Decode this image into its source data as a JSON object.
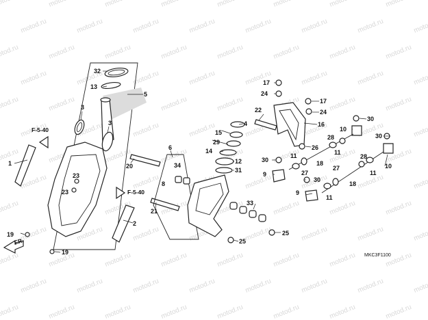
{
  "watermark": {
    "text": "motod.ru"
  },
  "ref_labels": {
    "f540_upper": "F-5-40",
    "f540_lower": "F-5-40",
    "front": "FR."
  },
  "diagram_code": "MKC3F1100",
  "callouts": [
    {
      "id": "c1",
      "text": "1"
    },
    {
      "id": "c2",
      "text": "2"
    },
    {
      "id": "c3a",
      "text": "3"
    },
    {
      "id": "c3b",
      "text": "3"
    },
    {
      "id": "c4",
      "text": "4"
    },
    {
      "id": "c5",
      "text": "5"
    },
    {
      "id": "c6",
      "text": "6"
    },
    {
      "id": "c8",
      "text": "8"
    },
    {
      "id": "c9a",
      "text": "9"
    },
    {
      "id": "c9b",
      "text": "9"
    },
    {
      "id": "c10a",
      "text": "10"
    },
    {
      "id": "c10b",
      "text": "10"
    },
    {
      "id": "c11a",
      "text": "11"
    },
    {
      "id": "c11b",
      "text": "11"
    },
    {
      "id": "c11c",
      "text": "11"
    },
    {
      "id": "c11d",
      "text": "11"
    },
    {
      "id": "c12",
      "text": "12"
    },
    {
      "id": "c13",
      "text": "13"
    },
    {
      "id": "c14",
      "text": "14"
    },
    {
      "id": "c15",
      "text": "15"
    },
    {
      "id": "c16",
      "text": "16"
    },
    {
      "id": "c17a",
      "text": "17"
    },
    {
      "id": "c17b",
      "text": "17"
    },
    {
      "id": "c18a",
      "text": "18"
    },
    {
      "id": "c18b",
      "text": "18"
    },
    {
      "id": "c19a",
      "text": "19"
    },
    {
      "id": "c19b",
      "text": "19"
    },
    {
      "id": "c20",
      "text": "20"
    },
    {
      "id": "c21",
      "text": "21"
    },
    {
      "id": "c22",
      "text": "22"
    },
    {
      "id": "c23a",
      "text": "23"
    },
    {
      "id": "c23b",
      "text": "23"
    },
    {
      "id": "c24a",
      "text": "24"
    },
    {
      "id": "c24b",
      "text": "24"
    },
    {
      "id": "c25a",
      "text": "25"
    },
    {
      "id": "c25b",
      "text": "25"
    },
    {
      "id": "c26",
      "text": "26"
    },
    {
      "id": "c27a",
      "text": "27"
    },
    {
      "id": "c27b",
      "text": "27"
    },
    {
      "id": "c28a",
      "text": "28"
    },
    {
      "id": "c28b",
      "text": "28"
    },
    {
      "id": "c29",
      "text": "29"
    },
    {
      "id": "c30a",
      "text": "30"
    },
    {
      "id": "c30b",
      "text": "30"
    },
    {
      "id": "c30c",
      "text": "30"
    },
    {
      "id": "c30d",
      "text": "30"
    },
    {
      "id": "c31",
      "text": "31"
    },
    {
      "id": "c32",
      "text": "32"
    },
    {
      "id": "c33",
      "text": "33"
    },
    {
      "id": "c34",
      "text": "34"
    }
  ]
}
